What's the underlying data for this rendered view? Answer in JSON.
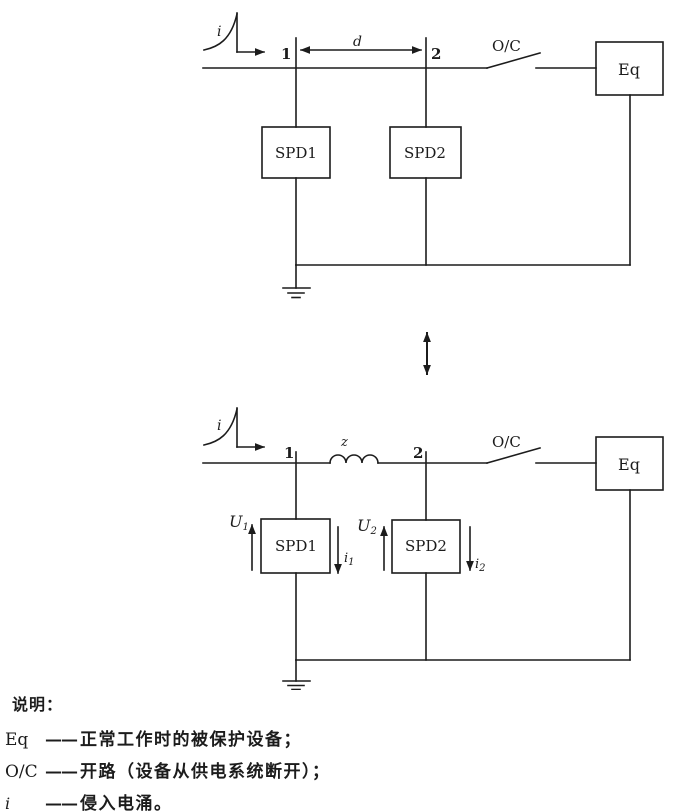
{
  "figure": {
    "top_diagram": {
      "surge_current": "i",
      "node1": "1",
      "node2": "2",
      "distance": "d",
      "open_circuit": "O/C",
      "equipment": "Eq",
      "spd1": "SPD1",
      "spd2": "SPD2"
    },
    "bottom_diagram": {
      "surge_current": "i",
      "node1": "1",
      "node2": "2",
      "impedance": "z",
      "open_circuit": "O/C",
      "equipment": "Eq",
      "spd1": "SPD1",
      "spd2": "SPD2",
      "voltage1_main": "U",
      "voltage1_sub": "1",
      "current1_main": "i",
      "current1_sub": "1",
      "voltage2_main": "U",
      "voltage2_sub": "2",
      "current2_main": "i",
      "current2_sub": "2"
    },
    "legend": {
      "title": "说明：",
      "items": [
        {
          "term": "Eq",
          "dash": "——",
          "desc": "正常工作时的被保护设备；"
        },
        {
          "term": "O/C",
          "dash": "——",
          "desc": "开路（设备从供电系统断开）；"
        },
        {
          "term": "i",
          "dash": "——",
          "desc": "侵入电涌。"
        }
      ]
    },
    "colors": {
      "ink": "#1c1c1c",
      "background": "#ffffff"
    }
  }
}
